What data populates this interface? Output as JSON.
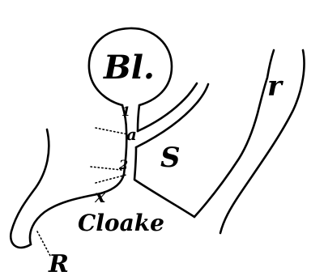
{
  "figure": {
    "labels": {
      "bl": "Bl.",
      "r_lower": "r",
      "s": "S",
      "one": "1",
      "a": "a",
      "two": "2",
      "x": "x",
      "cloake": "Cloake",
      "r_upper": "R"
    }
  },
  "colors": {
    "ink": "#000000",
    "paper": "#ffffff"
  }
}
